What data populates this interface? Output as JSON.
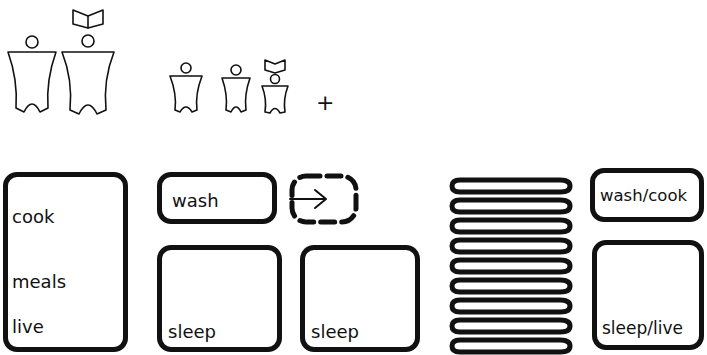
{
  "diagram": {
    "nodes": [
      {
        "text": [
          "cook",
          "meals",
          "live"
        ]
      },
      {
        "text": [
          "wash"
        ]
      },
      {
        "text": [
          "sleep"
        ]
      },
      {
        "text": [
          "sleep"
        ]
      },
      {
        "text": [
          "wash/cook"
        ]
      },
      {
        "text": [
          "sleep/live"
        ]
      }
    ],
    "labels": [
      "+"
    ]
  }
}
